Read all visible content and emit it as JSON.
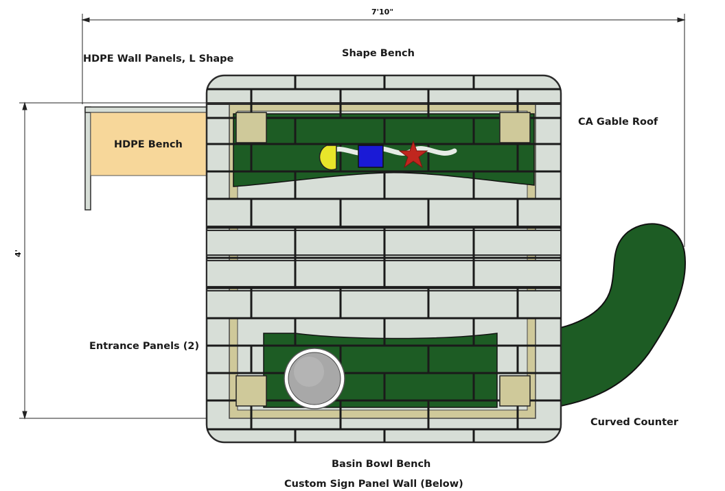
{
  "dimensions": {
    "width": "7'10\"",
    "depth": "4'"
  },
  "labels": {
    "wall_panels": "HDPE Wall Panels, L Shape",
    "shape_bench": "Shape Bench",
    "hdpe_bench": "HDPE Bench",
    "gable_roof": "CA Gable Roof",
    "entrance_panels": "Entrance Panels (2)",
    "curved_counter": "Curved Counter",
    "basin_bench": "Basin Bowl Bench",
    "sign_wall": "Custom Sign Panel Wall (Below)"
  },
  "colors": {
    "roof_panel": "#d7ded7",
    "roof_outline": "#2b2b2b",
    "bench_green": "#1d5c24",
    "frame_tan": "#cfc99a",
    "hdpe_bench": "#f7d79a",
    "circle": "#e8e62a",
    "square": "#1a1ad6",
    "star": "#c0261e",
    "basin": "#a8a8a8"
  }
}
